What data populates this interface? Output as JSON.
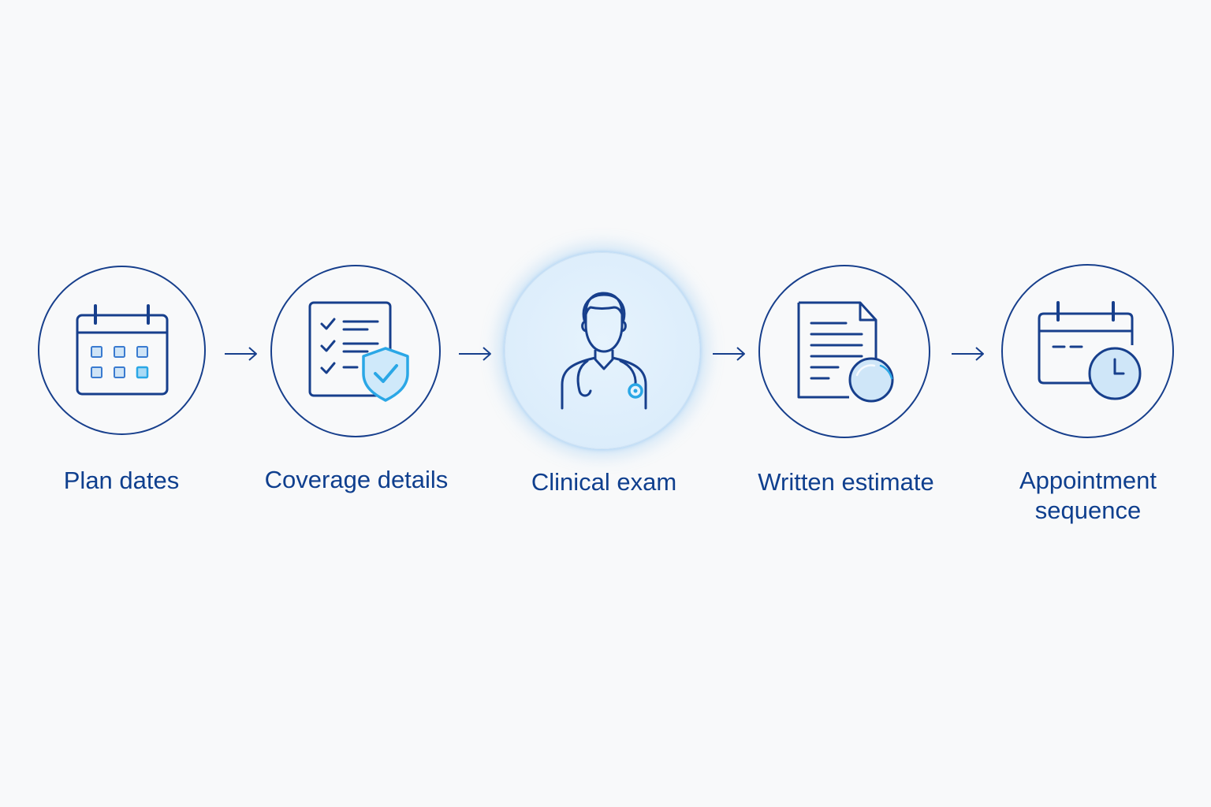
{
  "colors": {
    "background": "#f8f9fa",
    "primary_navy": "#173f8c",
    "label_blue": "#0f3f8e",
    "accent_blue": "#2aa7e6",
    "active_fill": "#dcedfb"
  },
  "steps": [
    {
      "label": "Plan dates",
      "icon": "calendar-icon",
      "active": false
    },
    {
      "label": "Coverage details",
      "icon": "checklist-shield-icon",
      "active": false
    },
    {
      "label": "Clinical exam",
      "icon": "doctor-stethoscope-icon",
      "active": true
    },
    {
      "label": "Written estimate",
      "icon": "document-magnifier-icon",
      "active": false
    },
    {
      "label": "Appointment sequence",
      "icon": "calendar-clock-icon",
      "active": false
    }
  ],
  "arrows": [
    {
      "icon": "arrow-right-icon"
    },
    {
      "icon": "arrow-right-icon"
    },
    {
      "icon": "arrow-right-icon"
    },
    {
      "icon": "arrow-right-icon"
    }
  ]
}
